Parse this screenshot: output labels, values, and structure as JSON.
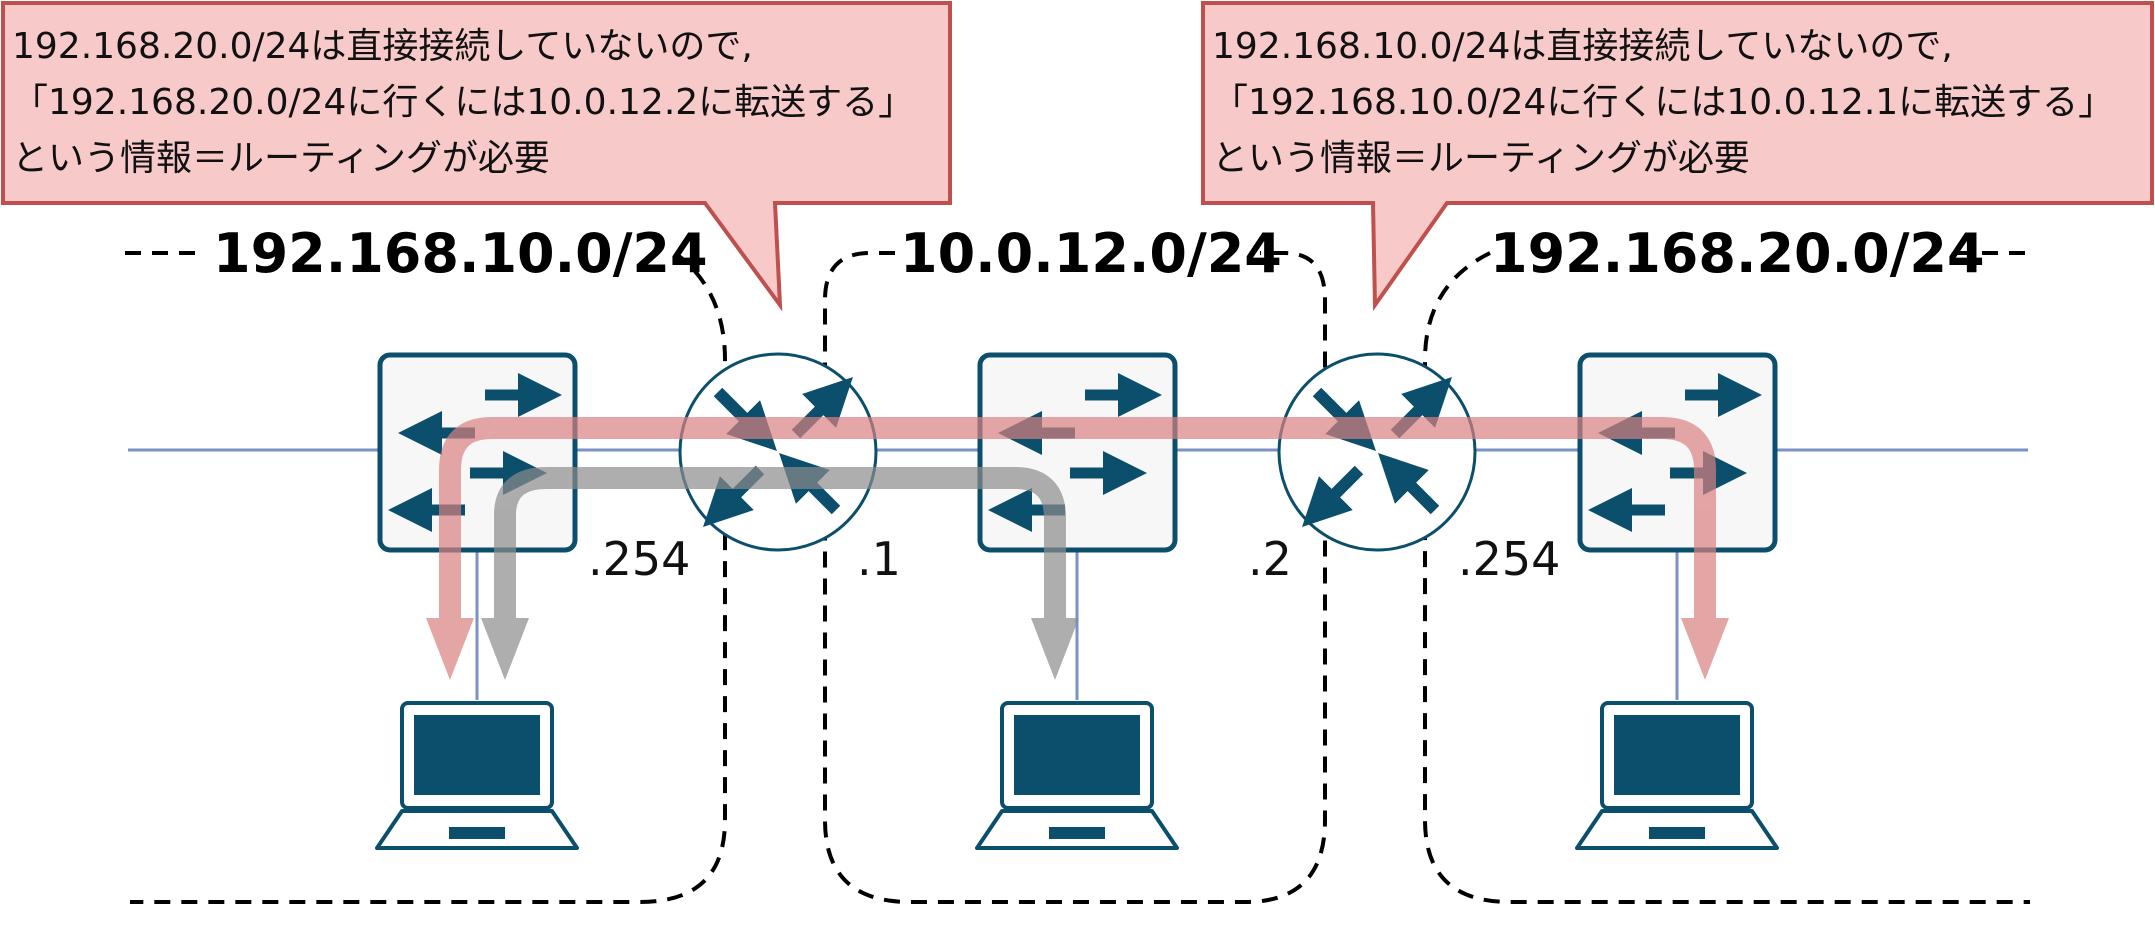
{
  "callouts": {
    "left": {
      "lines": [
        "192.168.20.0/24は直接接続していないので,",
        "「192.168.20.0/24に行くには10.0.12.2に転送する」",
        "という情報＝ルーティングが必要"
      ]
    },
    "right": {
      "lines": [
        "192.168.10.0/24は直接接続していないので,",
        "「192.168.10.0/24に行くには10.0.12.1に転送する」",
        "という情報＝ルーティングが必要"
      ]
    }
  },
  "networks": {
    "left": "192.168.10.0/24",
    "middle": "10.0.12.0/24",
    "right": "192.168.20.0/24"
  },
  "addresses": {
    "router1_left": ".254",
    "router1_right": ".1",
    "router2_left": ".2",
    "router2_right": ".254"
  },
  "devices": {
    "switches": [
      "switch-icon",
      "switch-icon",
      "switch-icon"
    ],
    "routers": [
      "router-icon",
      "router-icon"
    ],
    "pcs": [
      "laptop-icon",
      "laptop-icon",
      "laptop-icon"
    ]
  },
  "colors": {
    "callout_fill": "#f7c9c9",
    "callout_border": "#c0504d",
    "device_blue": "#0b4f6c",
    "link_line": "#7b93c4",
    "path_red": "#d98080",
    "path_gray": "#8c8c8c"
  }
}
